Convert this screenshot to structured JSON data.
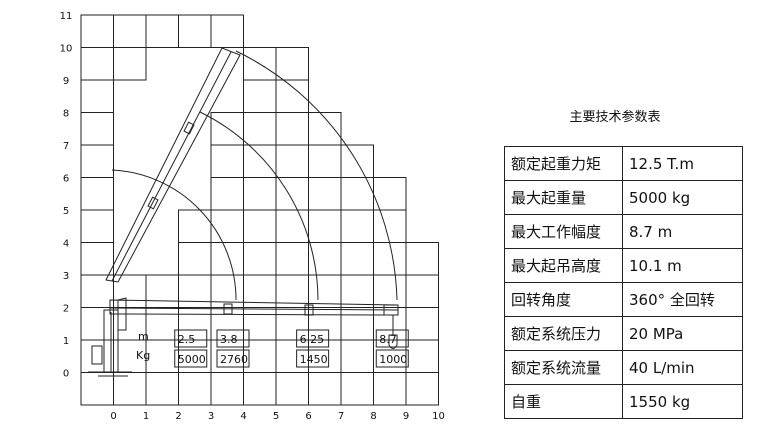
{
  "y_axis_ticks": [
    "0",
    "1",
    "2",
    "3",
    "4",
    "5",
    "6",
    "7",
    "8",
    "9",
    "10",
    "11"
  ],
  "x_axis_ticks": [
    "0",
    "1",
    "2",
    "3",
    "4",
    "5",
    "6",
    "7",
    "8",
    "9",
    "10"
  ],
  "load_chart": {
    "unit_radius": "m",
    "unit_load": "Kg",
    "points": [
      {
        "radius": "2.5",
        "load": "5000",
        "r": 2.5
      },
      {
        "radius": "3.8",
        "load": "2760",
        "r": 3.8
      },
      {
        "radius": "6.25",
        "load": "1450",
        "r": 6.25
      },
      {
        "radius": "8.7",
        "load": "1000",
        "r": 8.7
      }
    ]
  },
  "spec_table": {
    "title": "主要技术参数表",
    "rows": [
      {
        "label": "额定起重力矩",
        "value": "12.5 T.m"
      },
      {
        "label": "最大起重量",
        "value": "5000 kg"
      },
      {
        "label": "最大工作幅度",
        "value": "8.7 m"
      },
      {
        "label": "最大起吊高度",
        "value": "10.1 m"
      },
      {
        "label": "回转角度",
        "value": "360° 全回转"
      },
      {
        "label": "额定系统压力",
        "value": "20 MPa"
      },
      {
        "label": "额定系统流量",
        "value": "40 L/min"
      },
      {
        "label": "自重",
        "value": "1550 kg"
      }
    ]
  }
}
